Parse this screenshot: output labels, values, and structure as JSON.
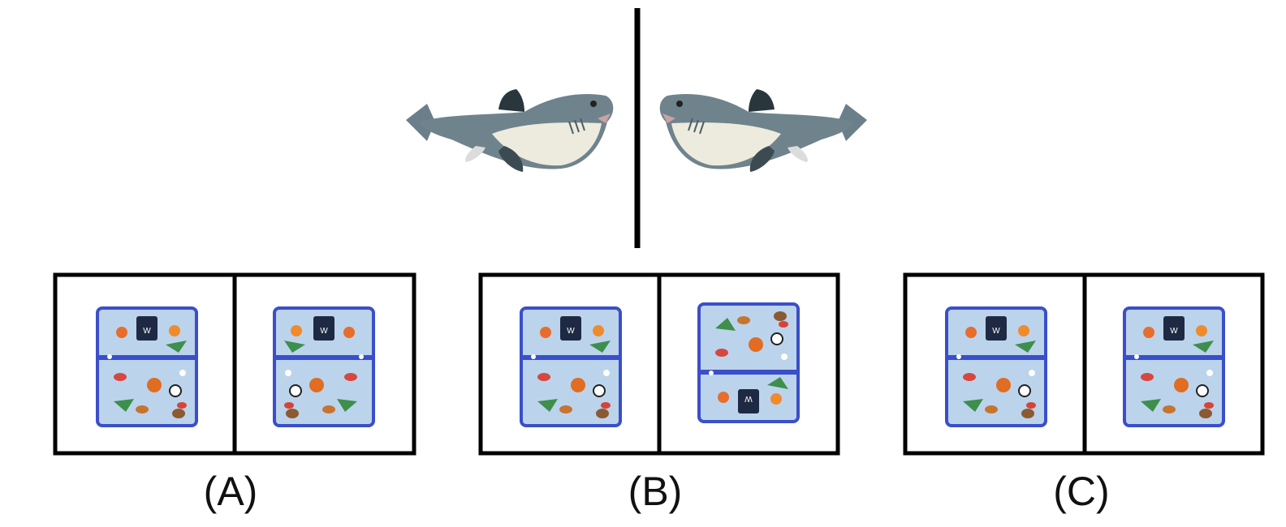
{
  "reference": {
    "left_image": "shark-plush-facing-right",
    "right_image": "shark-plush-mirrored-facing-left",
    "divider": "mirror-line"
  },
  "options": [
    {
      "label": "(A)",
      "left_image": "lunch-bag-original",
      "right_image": "lunch-bag-mirrored-horizontal"
    },
    {
      "label": "(B)",
      "left_image": "lunch-bag-original",
      "right_image": "lunch-bag-flipped-vertical"
    },
    {
      "label": "(C)",
      "left_image": "lunch-bag-original",
      "right_image": "lunch-bag-variant"
    }
  ],
  "colors": {
    "frame": "#000000",
    "shark_body": "#6f838d",
    "shark_belly": "#ecebdd",
    "bag_fabric": "#bcd3ec",
    "bag_trim": "#3a4fc9",
    "bag_label": "#1e2a44"
  }
}
